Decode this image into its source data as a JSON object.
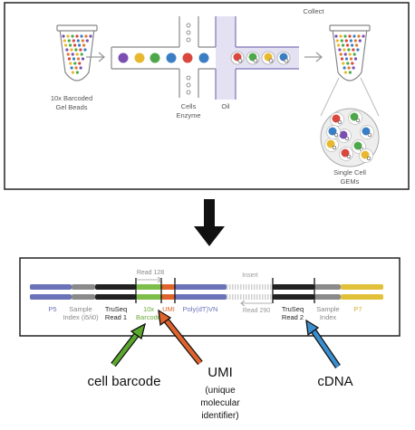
{
  "top_panel": {
    "gel_beads_label_line1": "10x Barcoded",
    "gel_beads_label_line2": "Gel Beads",
    "cells_label": "Cells",
    "enzyme_label": "Enzyme",
    "oil_label": "Oil",
    "collect_label": "Collect",
    "gems_label_line1": "Single Cell",
    "gems_label_line2": "GEMs"
  },
  "read_structure": {
    "read1_label": "Read 1",
    "read1_len": "Read 128",
    "insert_label": "Insert",
    "read2_len": "Read 290",
    "p5_label": "P5",
    "sample_index_left_line1": "Sample",
    "sample_index_left_line2": "Index (i5/i0)",
    "truseq_read1_line1": "TruSeq",
    "truseq_read1_line2": "Read 1",
    "barcode_line1": "10x",
    "barcode_line2": "Barcode",
    "umi_label": "UMI",
    "polydt_label": "Poly(dT)VN",
    "truseq_read2_line1": "TruSeq",
    "truseq_read2_line2": "Read 2",
    "sample_index_right_line1": "Sample",
    "sample_index_right_line2": "Index",
    "p7_label": "P7"
  },
  "annotations": {
    "cell_barcode": "cell barcode",
    "umi": "UMI",
    "umi_desc_line1": "(unique",
    "umi_desc_line2": "molecular",
    "umi_desc_line3": "identifier)",
    "cdna": "cDNA"
  },
  "colors": {
    "p5": "#6a73b8",
    "sample_index": "#8a8a8a",
    "truseq": "#222222",
    "barcode": "#7dbd4a",
    "umi": "#e0632c",
    "polydt": "#6a73b8",
    "p7": "#e2c13a",
    "arrow_barcode": "#5aa82c",
    "arrow_umi": "#e0632c",
    "arrow_cdna": "#3a8fd0"
  }
}
